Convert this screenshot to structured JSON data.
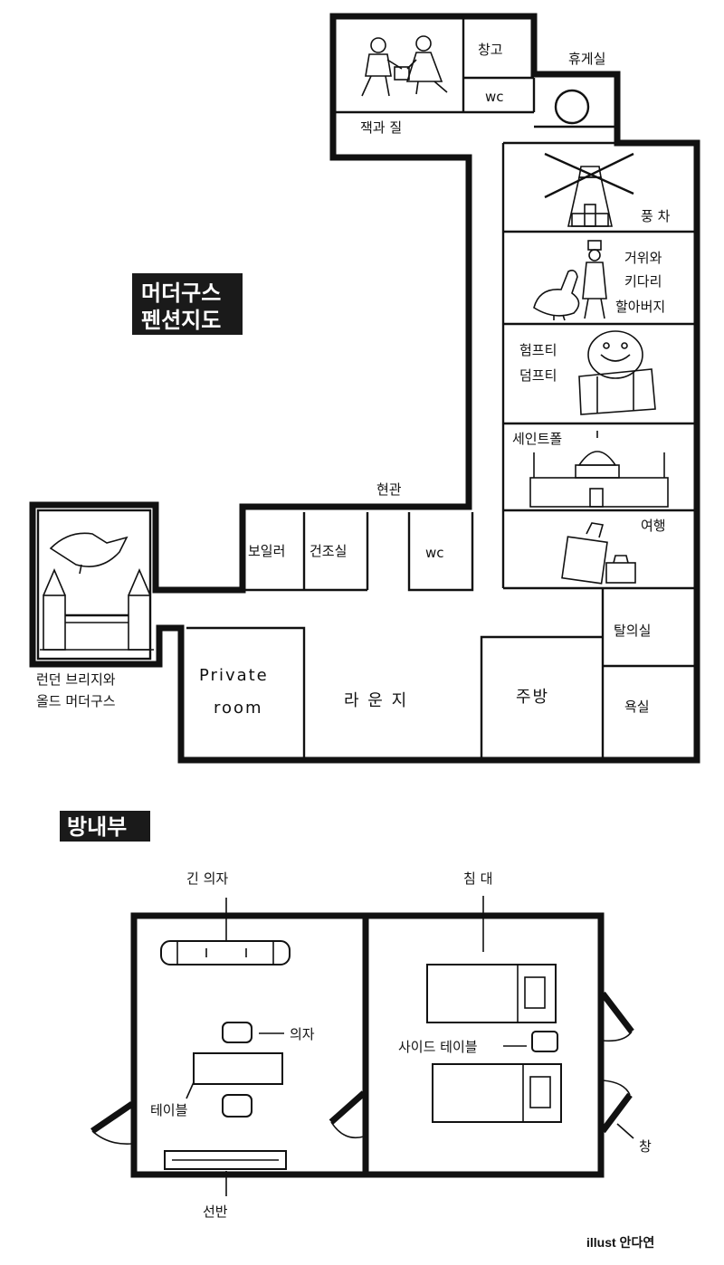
{
  "map": {
    "title_line1": "머더구스",
    "title_line2": "펜션지도",
    "rooms": {
      "storage": "창고",
      "wc_top": "wc",
      "jack_and_jill": "잭과 질",
      "lounge_rest": "휴게실",
      "windmill": "풍 차",
      "goose_line1": "거위와",
      "goose_line2": "키다리",
      "goose_line3": "할아버지",
      "humpty_line1": "험프티",
      "humpty_line2": "덤프티",
      "st_paul": "세인트폴",
      "travel": "여행",
      "entrance": "현관",
      "boiler": "보일러",
      "drying": "건조실",
      "wc_mid": "wc",
      "london_line1": "런던 브리지와",
      "london_line2": "올드 머더구스",
      "private_line1": "Private",
      "private_line2": "room",
      "lounge": "라 운 지",
      "kitchen": "주방",
      "powder": "탈의실",
      "bath": "욕실"
    }
  },
  "room_interior": {
    "title": "방내부",
    "labels": {
      "long_chair": "긴 의자",
      "bed": "침 대",
      "chair": "의자",
      "side_table": "사이드 테이블",
      "table": "테이블",
      "window": "창",
      "shelf": "선반"
    }
  },
  "credit": "illust 안다연"
}
